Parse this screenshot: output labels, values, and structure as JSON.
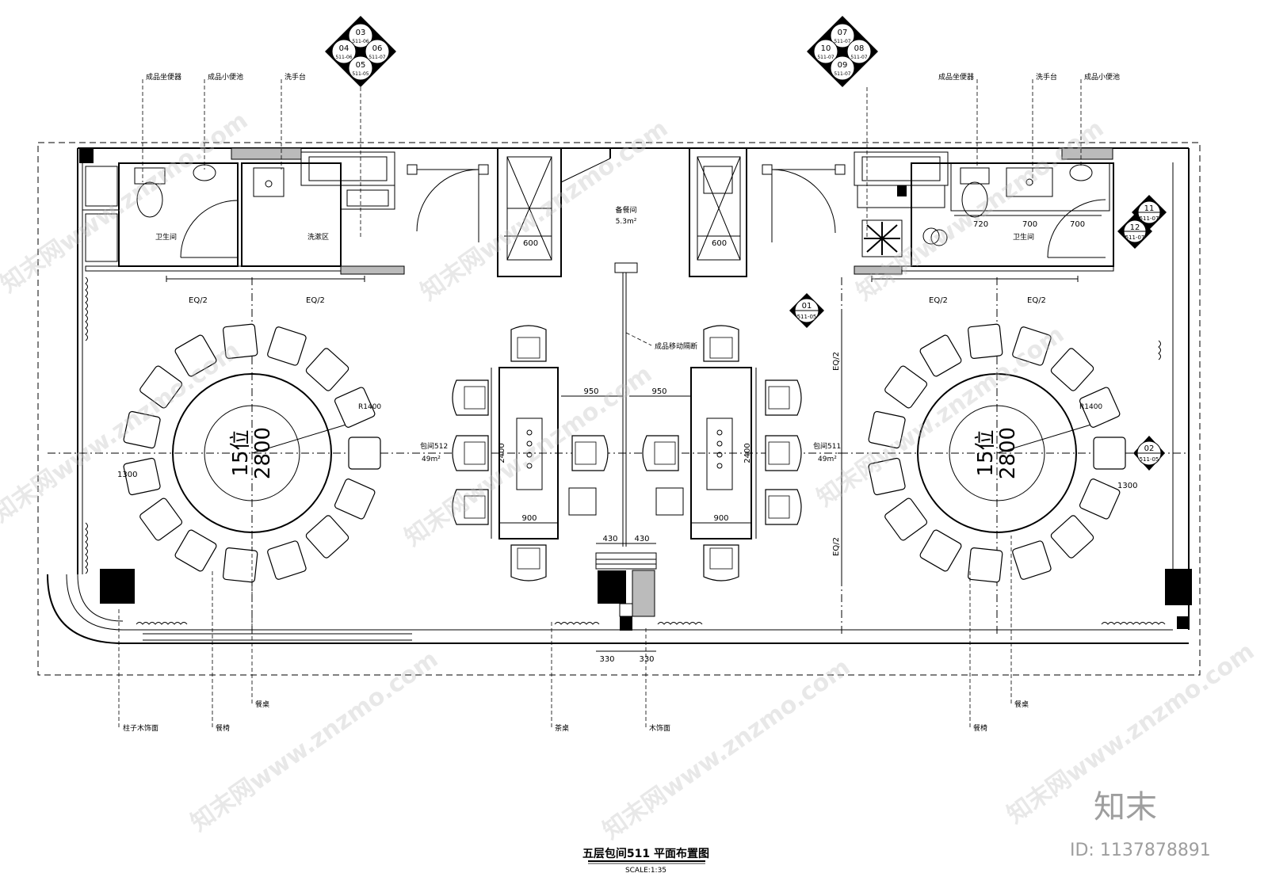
{
  "drawing": {
    "title": "五层包间511 平面布置图",
    "scale": "SCALE:1:35"
  },
  "index_symbols": {
    "left": {
      "top": "03",
      "top_ref": "511-06",
      "left": "04",
      "left_ref": "511-06",
      "right": "06",
      "right_ref": "511-07",
      "bottom": "05",
      "bottom_ref": "511-05"
    },
    "right": {
      "top": "07",
      "top_ref": "511-07",
      "left": "10",
      "left_ref": "511-07",
      "right": "08",
      "right_ref": "511-07",
      "bottom": "09",
      "bottom_ref": "511-07"
    },
    "s01": {
      "num": "01",
      "ref": "511-05"
    },
    "s02": {
      "num": "02",
      "ref": "511-05"
    },
    "s11": {
      "num": "11",
      "ref": "511-07"
    },
    "s12": {
      "num": "12",
      "ref": "511-07"
    }
  },
  "callouts_top": {
    "l_toilet": "成品坐便器",
    "l_urinal": "成品小便池",
    "l_basin": "洗手台",
    "r_toilet": "成品坐便器",
    "r_basin": "洗手台",
    "r_urinal": "成品小便池"
  },
  "callouts_bottom": {
    "column": "柱子木饰面",
    "chair_l": "餐椅",
    "table_l": "餐桌",
    "tea_table": "茶桌",
    "wood": "木饰面",
    "chair_r": "餐椅",
    "table_r": "餐桌",
    "partition": "成品移动隔断"
  },
  "rooms": {
    "wc_left": "卫生间",
    "wash_left": "洗漱区",
    "pantry": "备餐间",
    "pantry_area": "5.3m²",
    "room_l": "包间512",
    "room_l_area": "49m²",
    "room_r": "包间511",
    "room_r_area": "49m²",
    "wc_right": "卫生间"
  },
  "tables": {
    "left_seats": "15位",
    "left_dia": "2800",
    "right_seats": "15位",
    "right_dia": "2800",
    "radius_l": "R1400",
    "radius_r": "R1400"
  },
  "dims": {
    "eq2_a": "EQ/2",
    "eq2_b": "EQ/2",
    "eq2_c": "EQ/2",
    "eq2_d": "EQ/2",
    "eq2_v1": "EQ/2",
    "eq2_v2": "EQ/2",
    "d600_l": "600",
    "d600_r": "600",
    "d950_l": "950",
    "d950_r": "950",
    "d2400_l": "2400",
    "d2400_r": "2400",
    "d900_l": "900",
    "d900_r": "900",
    "d430_l": "430",
    "d430_r": "430",
    "d330_l": "330",
    "d330_r": "330",
    "d1300_l": "1300",
    "d1300_r": "1300",
    "d720": "720",
    "d700_a": "700",
    "d700_b": "700"
  },
  "watermark": {
    "text": "知末网www.znzmo.com",
    "brand": "知末",
    "id": "ID: 1137878891"
  }
}
